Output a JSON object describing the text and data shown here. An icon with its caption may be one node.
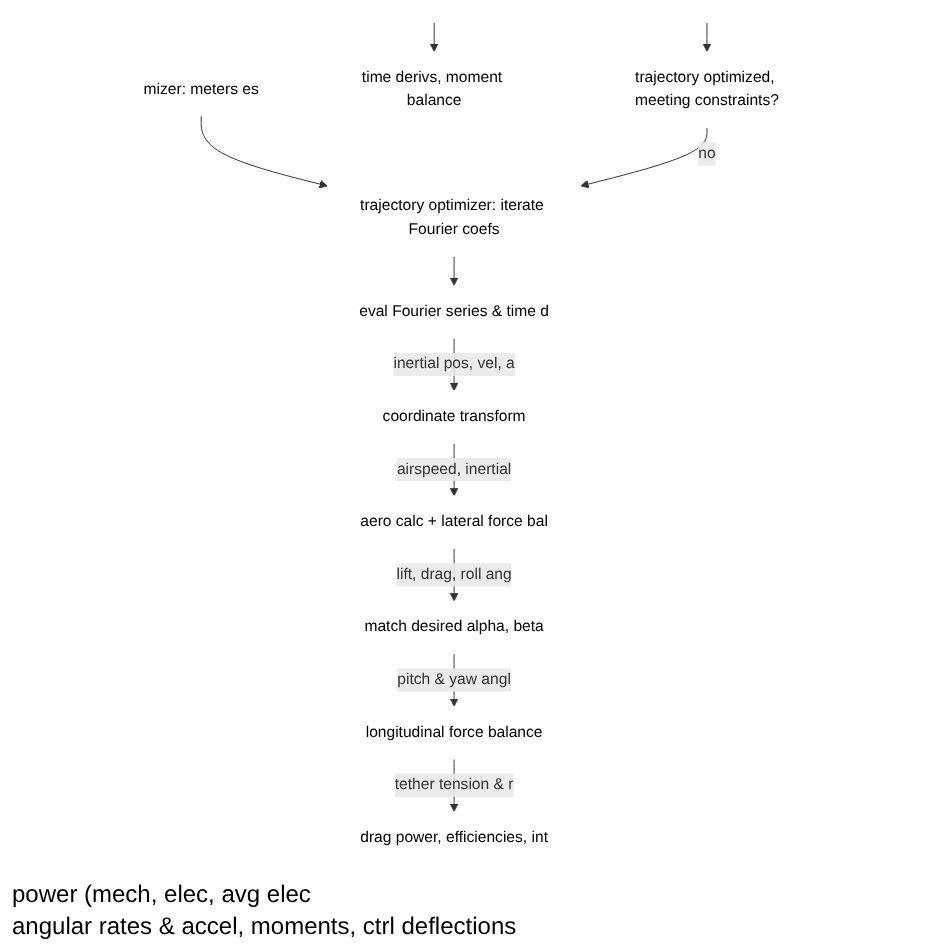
{
  "diagram": {
    "nodes": [
      {
        "text": [
          "mizer: meters es"
        ]
      },
      {
        "text": [
          "trajectory optimizer: iterate Fourier coefs"
        ]
      },
      {
        "text": [
          "eval Fourier series & time d"
        ]
      },
      {
        "text": [
          "coordinate transform"
        ]
      },
      {
        "text": [
          "aero calc + lateral force bal"
        ]
      },
      {
        "text": [
          "match desired alpha, beta"
        ]
      },
      {
        "text": [
          "longitudinal force balance"
        ]
      },
      {
        "text": [
          "drag power, efficiencies, int"
        ]
      },
      {
        "text": [
          "time derivs, moment balance"
        ]
      },
      {
        "text": [
          "trajectory optimized, meeting constraints?"
        ]
      }
    ],
    "edges": [
      {
        "from": 0,
        "to": 1,
        "arrow": "to"
      },
      {
        "from": 1,
        "to": 2,
        "arrow": "to"
      },
      {
        "from": 2,
        "to": 3,
        "arrow": "to",
        "label": "inertial pos, vel, a"
      },
      {
        "from": 3,
        "to": 4,
        "arrow": "to",
        "label": "airspeed, inertial"
      },
      {
        "from": 4,
        "to": 5,
        "arrow": "to",
        "label": "lift, drag, roll ang"
      },
      {
        "from": 5,
        "to": 6,
        "arrow": "to",
        "label": "pitch & yaw angl"
      },
      {
        "from": 6,
        "to": 7,
        "arrow": "to",
        "label": "tether tension & r"
      },
      {
        "from": 9,
        "to": 1,
        "arrow": "to",
        "label": "no"
      },
      {
        "from": null,
        "to": 8,
        "arrow": "to"
      },
      {
        "from": null,
        "to": 9,
        "arrow": "to"
      }
    ],
    "labels": [
      "power (mech, elec, avg elec",
      "angular rates & accel, moments, ctrl deflections"
    ]
  }
}
